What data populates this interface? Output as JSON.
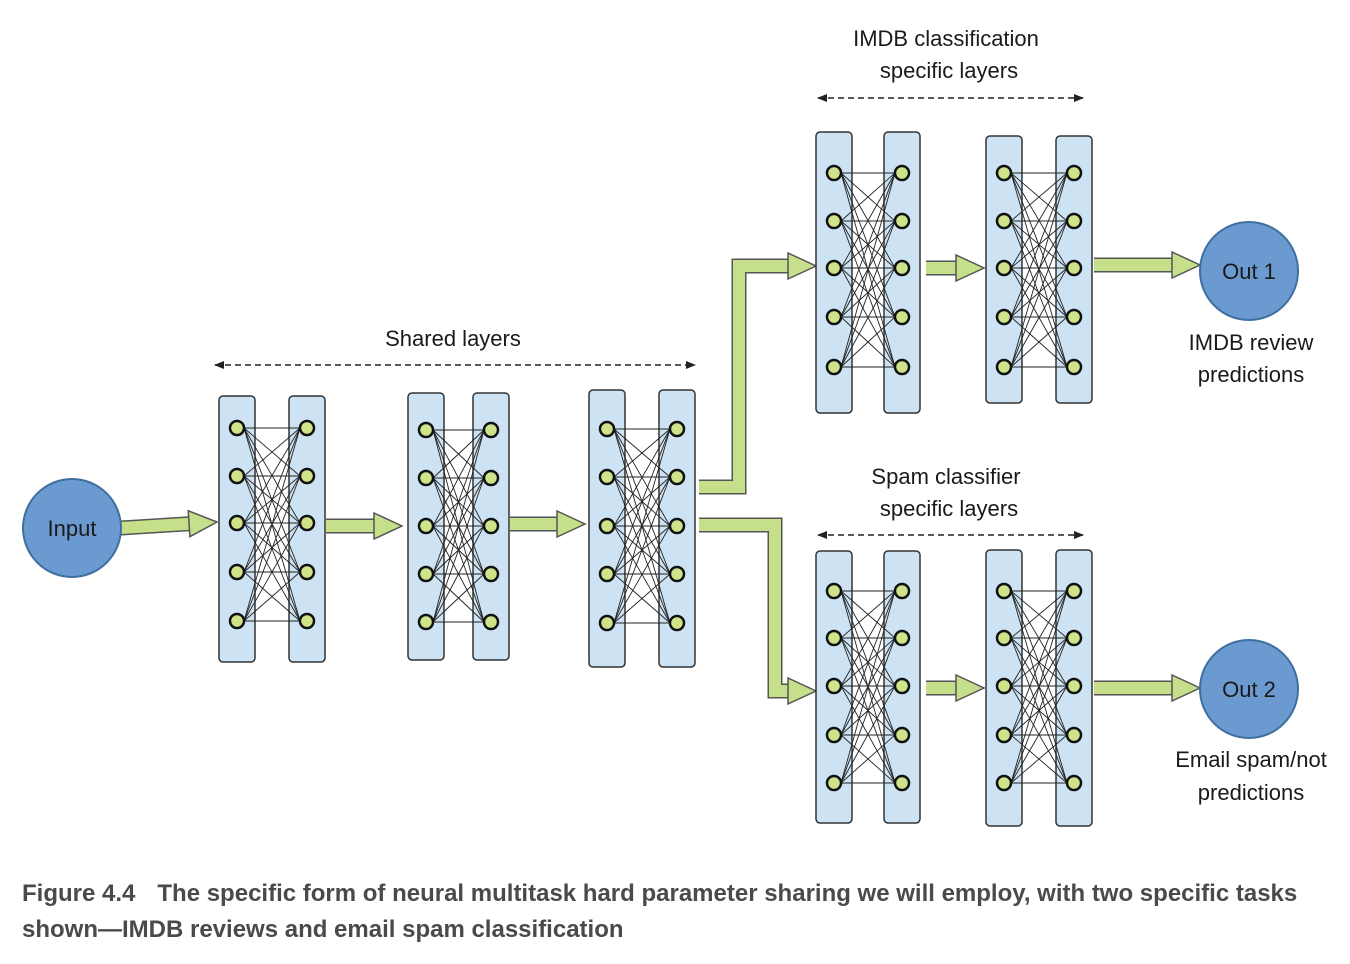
{
  "labels": {
    "shared": "Shared layers",
    "imdb_top": "IMDB classification",
    "imdb_bottom": "specific layers",
    "spam_top": "Spam classifier",
    "spam_bottom": "specific layers",
    "out1_top": "IMDB review",
    "out1_bottom": "predictions",
    "out2_top": "Email spam/not",
    "out2_bottom": "predictions"
  },
  "nodes": {
    "input": "Input",
    "out1": "Out 1",
    "out2": "Out 2"
  },
  "caption": {
    "number": "Figure 4.4",
    "text": "The specific form of neural multitask hard parameter sharing we will employ, with two specific tasks shown—IMDB reviews and email spam classification"
  },
  "colors": {
    "layer_fill": "#cde3f3",
    "circle_fill": "#6a9ad0",
    "arrow_fill": "#c6df8a",
    "neuron_fill": "#cfe48a"
  }
}
